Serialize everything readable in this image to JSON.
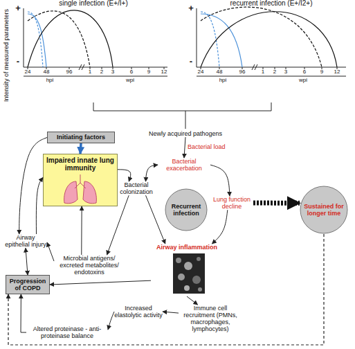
{
  "diagram": {
    "nodes": [
      {
        "text": [
          "Initiating factors"
        ]
      },
      {
        "text": [
          "Impaired innate lung immunity"
        ]
      },
      {
        "text": [
          "Airway epithelial injury"
        ]
      },
      {
        "text": [
          "Bacterial colonization"
        ]
      },
      {
        "text": [
          "Newly acquired pathogens"
        ]
      },
      {
        "text": [
          "Bacterial exacerbation"
        ]
      },
      {
        "text": [
          "Recurrent infection"
        ]
      },
      {
        "text": [
          "Lung function decline"
        ]
      },
      {
        "text": [
          "Sustained for longer time"
        ]
      },
      {
        "text": [
          "Microbial antigens/ excreted metabolites/ endotoxins"
        ]
      },
      {
        "text": [
          "Airway inflammation"
        ]
      },
      {
        "text": [
          "Progression of COPD"
        ]
      },
      {
        "text": [
          "Immune cell recruitment (PMNs, macrophages, lymphocytes)"
        ]
      },
      {
        "text": [
          "Increased elastolytic activity"
        ]
      },
      {
        "text": [
          "Altered proteinase - anti-proteinase balance"
        ]
      }
    ],
    "edges": [
      {
        "from": 0,
        "to": 1,
        "arrow": "to"
      },
      {
        "from": 0,
        "to": 2,
        "arrow": "to"
      },
      {
        "from": 2,
        "to": 1,
        "arrow": "to"
      },
      {
        "from": 1,
        "to": 3,
        "arrow": "to"
      },
      {
        "from": 3,
        "to": 9,
        "arrow": "to"
      },
      {
        "from": 3,
        "to": 10,
        "arrow": "to"
      },
      {
        "from": 9,
        "to": 2,
        "arrow": "to"
      },
      {
        "from": 9,
        "to": 1,
        "arrow": "to"
      },
      {
        "from": 3,
        "to": 5,
        "arrow": "both"
      },
      {
        "from": 4,
        "to": 5,
        "arrow": "to",
        "label": "Bacterial load"
      },
      {
        "from": 5,
        "to": 7,
        "arrow": "to"
      },
      {
        "from": 7,
        "to": 10,
        "arrow": "to"
      },
      {
        "from": 7,
        "to": 8,
        "arrow": "to"
      },
      {
        "from": 8,
        "to": 11,
        "arrow": "to"
      },
      {
        "from": 10,
        "to": 11,
        "arrow": "to"
      },
      {
        "from": 10,
        "to": 12,
        "arrow": "to"
      },
      {
        "from": 12,
        "to": 13,
        "arrow": "to"
      },
      {
        "from": 13,
        "to": 14,
        "arrow": "to"
      },
      {
        "from": 14,
        "to": 11,
        "arrow": "to"
      },
      {
        "from": 11,
        "to": 2,
        "arrow": "both"
      }
    ],
    "labels": [
      "single infection (E+/I+)",
      "recurrent infection (E+/I2+)",
      "Intensity of measured parameters",
      "+",
      "-",
      "24",
      "48",
      "96",
      "1",
      "2",
      "3",
      "6",
      "9",
      "12",
      "hpi",
      "wpi",
      "+",
      "-",
      "24",
      "48",
      "96",
      "1",
      "2",
      "3",
      "6",
      "9",
      "12",
      "hpi",
      "wpi"
    ]
  }
}
